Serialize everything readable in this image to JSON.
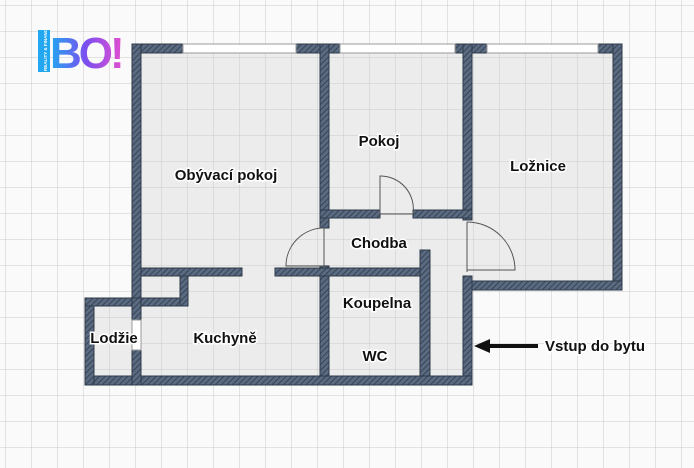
{
  "logo": {
    "text": "BO!",
    "subtext": "REALITY & FINANCE"
  },
  "rooms": {
    "living": "Obývací pokoj",
    "room": "Pokoj",
    "bedroom": "Ložnice",
    "hall": "Chodba",
    "bathroom": "Koupelna",
    "wc": "WC",
    "kitchen": "Kuchyně",
    "loggia": "Lodžie"
  },
  "entrance": {
    "label": "Vstup do bytu",
    "icon": "arrow-left-icon"
  },
  "colors": {
    "wall": "#4e5d72",
    "floor": "#ececec",
    "grid": "#c8c8c8"
  }
}
